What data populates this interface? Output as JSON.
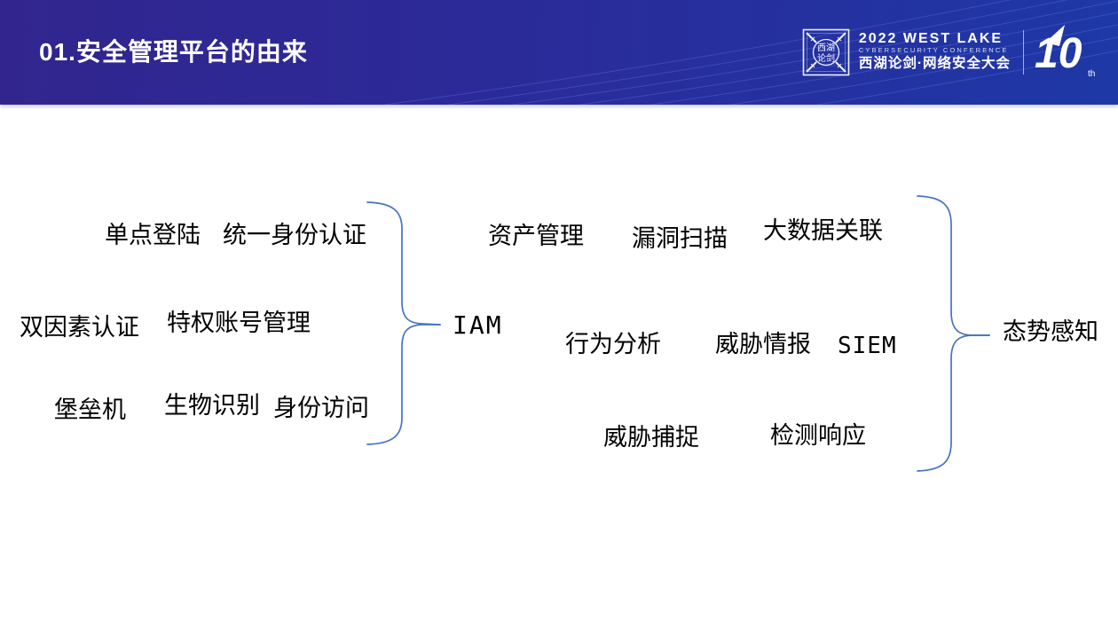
{
  "header": {
    "title": "01.安全管理平台的由来",
    "logo": {
      "emblem_line1": "西湖",
      "emblem_line2": "论剑",
      "year_line": "2022 WEST LAKE",
      "sub_line": "CYBERSECURITY CONFERENCE",
      "cn_line": "西湖论剑·网络安全大会",
      "anniversary_number": "10",
      "anniversary_suffix": "th"
    },
    "colors": {
      "bg_left": "#32258E",
      "bg_right": "#1E38A6"
    }
  },
  "diagram": {
    "brace_color": "#4472C4",
    "left_group": {
      "terms": {
        "sso": "单点登陆",
        "unified_identity": "统一身份认证",
        "two_factor": "双因素认证",
        "privileged_account": "特权账号管理",
        "bastion_host": "堡垒机",
        "biometrics": "生物识别",
        "identity_access": "身份访问"
      },
      "result": "IAM"
    },
    "right_group": {
      "terms": {
        "asset_mgmt": "资产管理",
        "vuln_scan": "漏洞扫描",
        "bigdata_correlation": "大数据关联",
        "behavior_analysis": "行为分析",
        "threat_intel": "威胁情报",
        "siem": "SIEM",
        "threat_hunting": "威胁捕捉",
        "detection_response": "检测响应"
      },
      "result": "态势感知"
    }
  }
}
